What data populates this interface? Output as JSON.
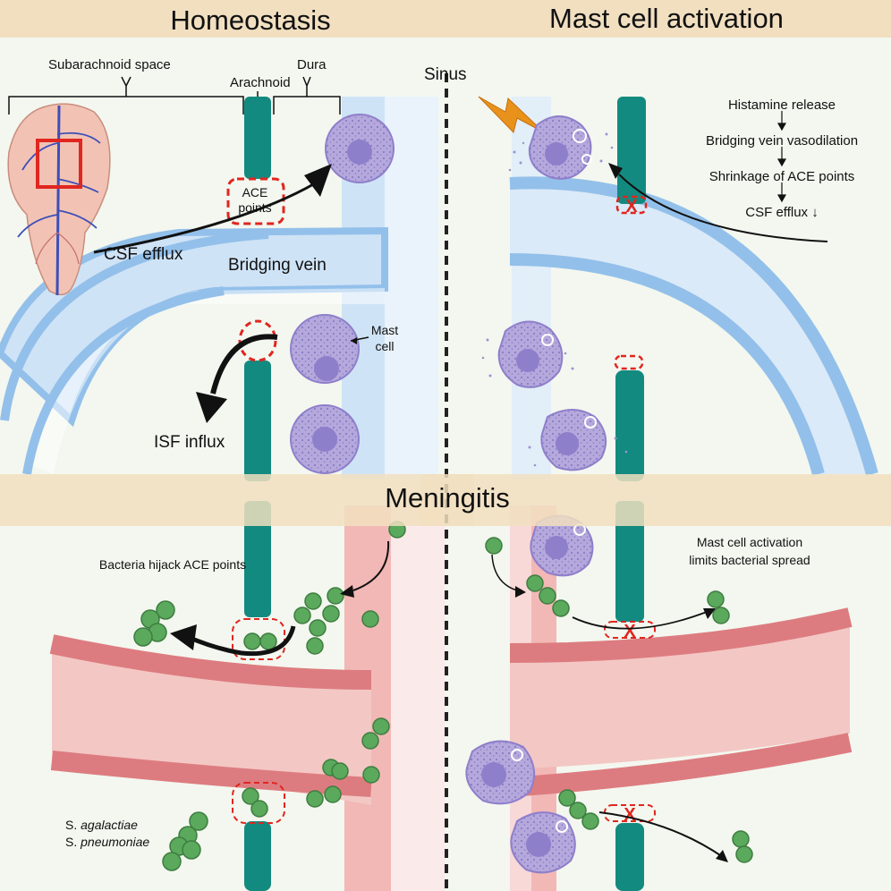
{
  "headers": {
    "homeostasis": "Homeostasis",
    "mast_cell_activation": "Mast cell activation",
    "meningitis": "Meningitis"
  },
  "labels": {
    "subarachnoid_space": "Subarachnoid space",
    "arachnoid": "Arachnoid",
    "dura": "Dura",
    "sinus": "Sinus",
    "ace_points": "ACE points",
    "csf_efflux": "CSF efflux",
    "bridging_vein": "Bridging vein",
    "mast_cell": "Mast cell",
    "isf_influx": "ISF influx",
    "bacteria_hijack": "Bacteria hijack ACE points",
    "mast_cell_limits": "Mast cell activation limits bacterial spread",
    "species": [
      {
        "prefix": "S. ",
        "name": "agalactiae"
      },
      {
        "prefix": "S. ",
        "name": "pneumoniae"
      }
    ]
  },
  "activation_flow": [
    "Histamine release",
    "Bridging vein vasodilation",
    "Shrinkage of ACE points",
    "CSF efflux ↓"
  ],
  "colors": {
    "panel_background": "#f3f7ef",
    "header_band": "#f1dfc0",
    "vein_blue": "#cfe3f6",
    "vein_blue_edge": "#93c0ea",
    "vessel_red": "#f3c7c4",
    "vessel_red_edge": "#dd7c80",
    "arachnoid_teal": "#138a80",
    "mast_cell": "#b5a8dc",
    "mast_cell_nucleus": "#8e7fcb",
    "bacteria_green": "#5aa95c",
    "ace_marker_red": "#e0261f",
    "lightning": "#e8921c"
  }
}
